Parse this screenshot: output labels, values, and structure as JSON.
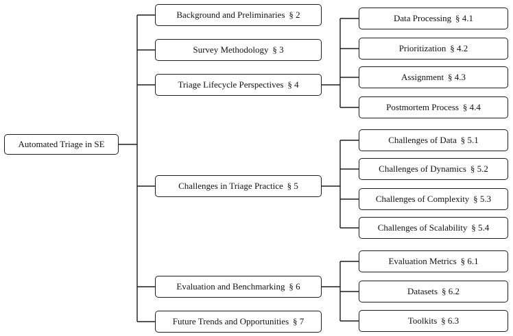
{
  "root": {
    "label": "Automated Triage in SE"
  },
  "sections": [
    {
      "label": "Background and Preliminaries",
      "sec": "§ 2"
    },
    {
      "label": "Survey Methodology",
      "sec": "§ 3"
    },
    {
      "label": "Triage Lifecycle Perspectives",
      "sec": "§ 4",
      "children": [
        {
          "label": "Data Processing",
          "sec": "§ 4.1"
        },
        {
          "label": "Prioritization",
          "sec": "§ 4.2"
        },
        {
          "label": "Assignment",
          "sec": "§ 4.3"
        },
        {
          "label": "Postmortem Process",
          "sec": "§ 4.4"
        }
      ]
    },
    {
      "label": "Challenges in Triage Practice",
      "sec": "§ 5",
      "children": [
        {
          "label": "Challenges of Data",
          "sec": "§ 5.1"
        },
        {
          "label": "Challenges of Dynamics",
          "sec": "§ 5.2"
        },
        {
          "label": "Challenges of Complexity",
          "sec": "§ 5.3"
        },
        {
          "label": "Challenges of Scalability",
          "sec": "§ 5.4"
        }
      ]
    },
    {
      "label": "Evaluation and Benchmarking",
      "sec": "§ 6",
      "children": [
        {
          "label": "Evaluation Metrics",
          "sec": "§ 6.1"
        },
        {
          "label": "Datasets",
          "sec": "§ 6.2"
        },
        {
          "label": "Toolkits",
          "sec": "§ 6.3"
        }
      ]
    },
    {
      "label": "Future Trends and Opportunities",
      "sec": "§ 7"
    }
  ]
}
